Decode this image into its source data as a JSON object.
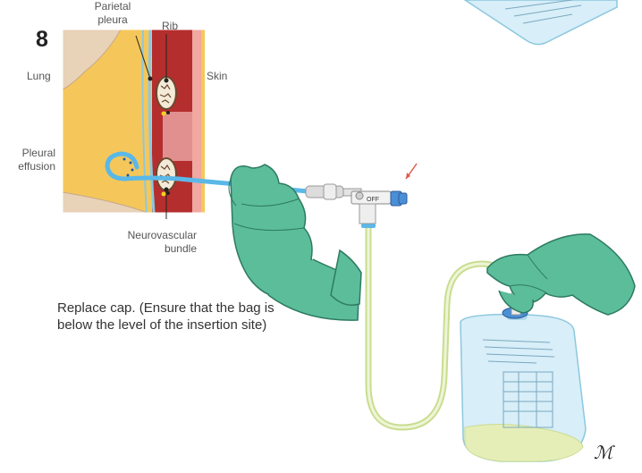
{
  "step_number": "8",
  "labels": {
    "parietal_pleura": [
      "Parietal",
      "pleura"
    ],
    "rib": "Rib",
    "lung": "Lung",
    "skin": "Skin",
    "pleural_effusion": [
      "Pleural",
      "effusion"
    ],
    "neurovascular_bundle": [
      "Neurovascular",
      "bundle"
    ],
    "valve_off": "OFF"
  },
  "caption": "Replace cap.  (Ensure that the bag is below the level of the insertion site)",
  "signature": "ℳ",
  "colors": {
    "glove": "#5cbd9a",
    "glove_stroke": "#2d7a62",
    "lung_tissue": "#f5c75a",
    "muscle": "#b52e2e",
    "pleura_line": "#8cc8de",
    "catheter": "#5ab8e8",
    "drain_tube": "#d8e9a8",
    "bag": "#d8eef8",
    "indicator_arrow": "#e05a4a"
  }
}
